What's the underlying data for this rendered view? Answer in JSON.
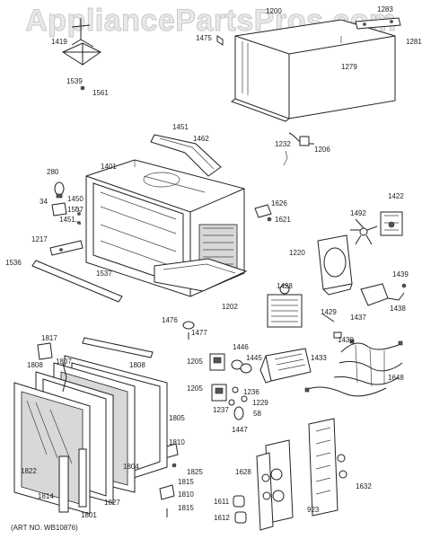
{
  "watermark": "AppliancePartsPros.com",
  "art_number": "(ART NO. WB10876)",
  "part_numbers": [
    "1200",
    "1283",
    "1281",
    "1279",
    "1475",
    "1419",
    "1539",
    "1561",
    "1451",
    "1462",
    "1232",
    "1206",
    "280",
    "34",
    "1401",
    "1450",
    "1507",
    "1451",
    "1626",
    "1621",
    "1422",
    "1492",
    "1217",
    "1536",
    "1537",
    "1220",
    "1202",
    "1439",
    "1428",
    "1437",
    "1438",
    "1476",
    "1477",
    "1429",
    "1430",
    "1817",
    "1446",
    "1445",
    "1205",
    "1808",
    "1807",
    "1433",
    "1808",
    "1648",
    "1205",
    "1236",
    "1237",
    "1229",
    "58",
    "1447",
    "1805",
    "1822",
    "1810",
    "1825",
    "1804",
    "1628",
    "1632",
    "1815",
    "1810",
    "1814",
    "1827",
    "1815",
    "1611",
    "923",
    "1801",
    "1612"
  ]
}
